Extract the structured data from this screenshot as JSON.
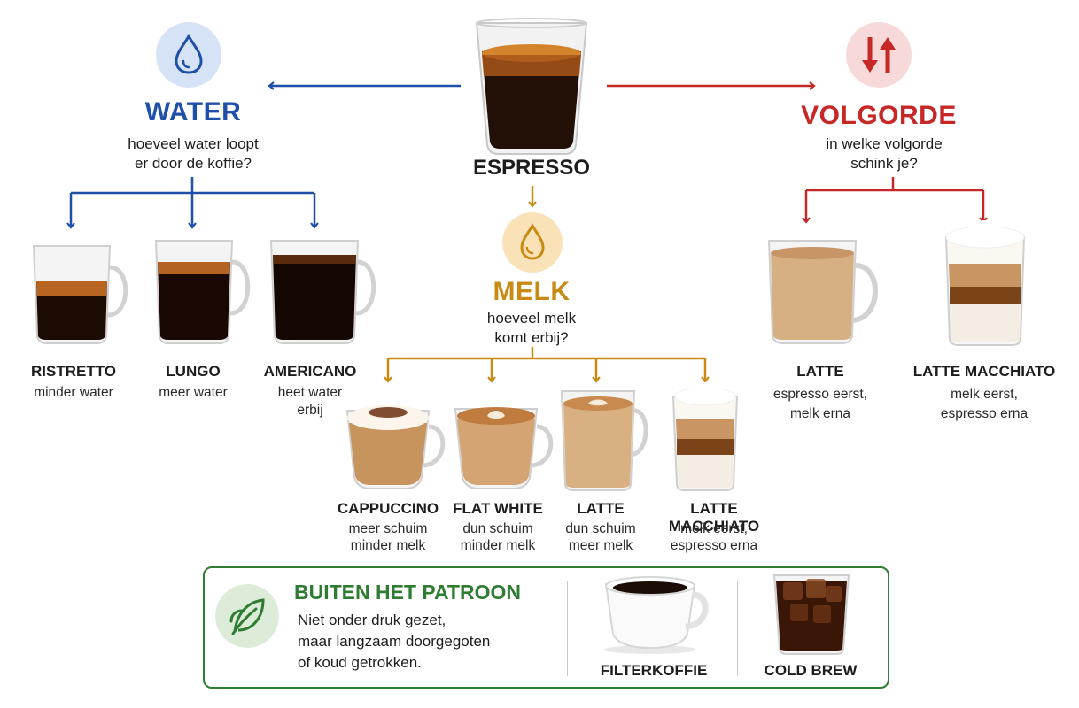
{
  "root": {
    "label": "ESPRESSO"
  },
  "water": {
    "title": "WATER",
    "question_l1": "hoeveel water loopt",
    "question_l2": "er door de koffie?",
    "items": [
      {
        "name": "RISTRETTO",
        "desc_l1": "minder water",
        "desc_l2": ""
      },
      {
        "name": "LUNGO",
        "desc_l1": "meer water",
        "desc_l2": ""
      },
      {
        "name": "AMERICANO",
        "desc_l1": "heet water",
        "desc_l2": "erbij"
      }
    ]
  },
  "milk": {
    "title": "MELK",
    "question_l1": "hoeveel melk",
    "question_l2": "komt erbij?",
    "items": [
      {
        "name": "CAPPUCCINO",
        "desc_l1": "meer schuim",
        "desc_l2": "minder melk"
      },
      {
        "name": "FLAT WHITE",
        "desc_l1": "dun schuim",
        "desc_l2": "minder melk"
      },
      {
        "name": "LATTE",
        "desc_l1": "dun schuim",
        "desc_l2": "meer melk"
      },
      {
        "name": "LATTE MACCHIATO",
        "desc_l1": "melk eerst,",
        "desc_l2": "espresso erna"
      }
    ]
  },
  "order": {
    "title": "VOLGORDE",
    "question_l1": "in welke volgorde",
    "question_l2": "schink je?",
    "items": [
      {
        "name": "LATTE",
        "desc_l1": "espresso eerst,",
        "desc_l2": "melk erna"
      },
      {
        "name": "LATTE MACCHIATO",
        "desc_l1": "melk eerst,",
        "desc_l2": "espresso erna"
      }
    ]
  },
  "outside": {
    "title": "BUITEN HET PATROON",
    "text_l1": "Niet onder druk gezet,",
    "text_l2": "maar langzaam doorgegoten",
    "text_l3": "of koud getrokken.",
    "items": [
      {
        "name": "FILTERKOFFIE"
      },
      {
        "name": "COLD BREW"
      }
    ]
  },
  "colors": {
    "water": "#1f4fa8",
    "milk": "#c98a13",
    "order": "#c62828",
    "outside": "#2e7d32"
  },
  "icons": {
    "water": "water-drop-icon",
    "milk": "milk-drop-icon",
    "order": "up-down-arrows-icon",
    "outside": "leaf-icon"
  }
}
